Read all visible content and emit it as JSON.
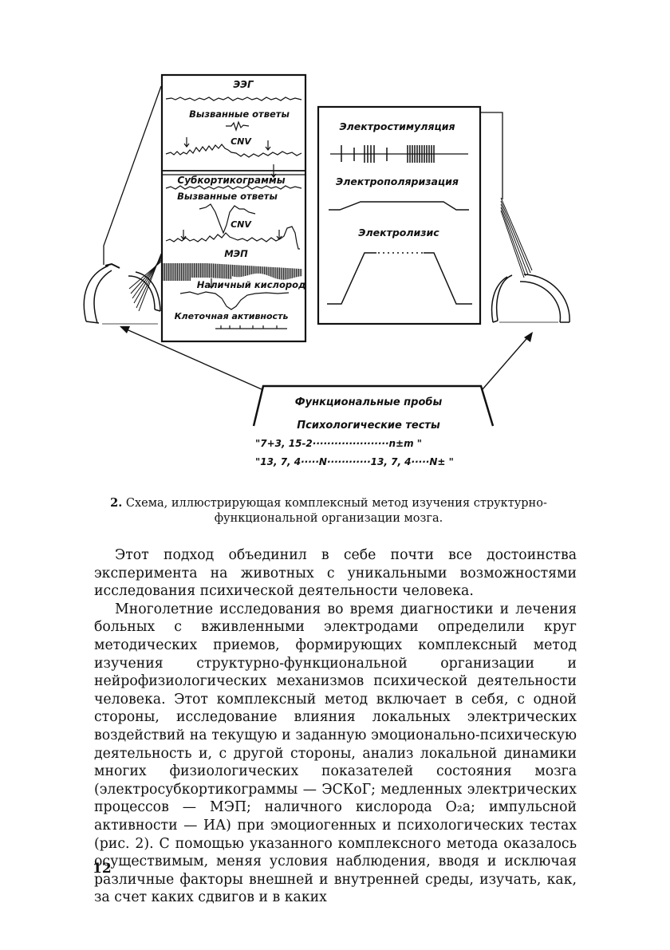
{
  "figure": {
    "left_panel": {
      "eeg": "ЭЭГ",
      "evoked_top": "Вызванные ответы",
      "cnv_top": "CNV",
      "subcortico": "Субкортикограммы",
      "evoked_bottom": "Вызванные ответы",
      "cnv_bottom": "CNV",
      "mep": "МЭП",
      "oxygen": "Наличный кислород",
      "cellular": "Клеточная активность"
    },
    "right_panel": {
      "electrostim": "Электростимуляция",
      "electropolar": "Электрополяризация",
      "electrolysis": "Электролизис"
    },
    "bottom_panel": {
      "functional": "Функциональные пробы",
      "psych_tests": "Психологические тесты",
      "formula1": "\"7+3, 15-2·····················n±m \"",
      "formula2": "\"13, 7, 4·····N············13, 7, 4·····N± \""
    }
  },
  "caption": {
    "number": "2.",
    "text": "Схема, иллюстрирующая комплексный метод изучения структурно-функциональной организации мозга."
  },
  "body": {
    "p1": "Этот подход объединил в себе почти все достоинства эксперимента на животных с уникальными возможностями исследования психической деятельности человека.",
    "p2": "Многолетние исследования во время диагностики и лечения больных с вживленными электродами определили круг методических приемов, формирующих комплексный метод изучения структурно-функциональной организации и нейрофизиологических механизмов психической деятельности человека. Этот комплексный метод включает в себя, с одной стороны, исследование влияния локальных электрических воздействий на текущую и заданную эмоционально-психическую деятельность и, с другой стороны, анализ локальной динамики многих физиологических показателей состояния мозга (электросубкортикограммы — ЭСКоГ; медленных электрических процессов — МЭП; наличного кислорода O₂a; импульсной активности — ИА) при эмоциогенных и психологических тестах (рис. 2). С помощью указанного комплексного метода оказалось осуществимым, меняя условия наблюдения, вводя и исключая различные факторы внешней и внутренней среды, изучать, как, за счет каких сдвигов и в каких"
  },
  "page_number": "12"
}
